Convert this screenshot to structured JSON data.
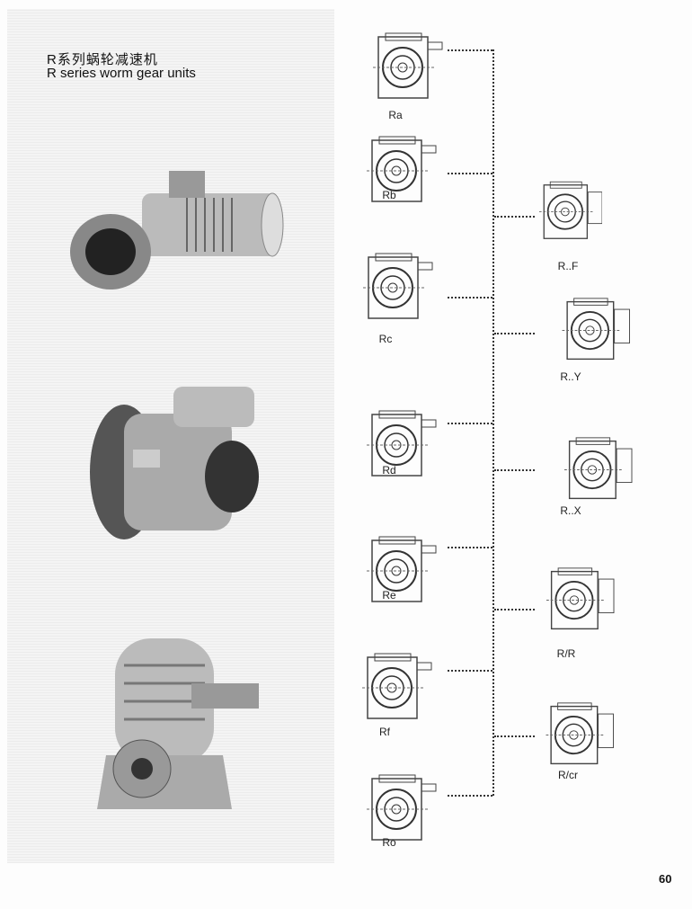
{
  "heading": {
    "title_cn": "R系列蜗轮减速机",
    "title_en": "R series worm gear units"
  },
  "left_models": [
    {
      "label": "Ra"
    },
    {
      "label": "Rb"
    },
    {
      "label": "Rc"
    },
    {
      "label": "Rd"
    },
    {
      "label": "Re"
    },
    {
      "label": "Rf"
    },
    {
      "label": "Ro"
    }
  ],
  "right_models": [
    {
      "label": "R..F"
    },
    {
      "label": "R..Y"
    },
    {
      "label": "R..X"
    },
    {
      "label": "R/R"
    },
    {
      "label": "R/cr"
    }
  ],
  "page_number": "60"
}
